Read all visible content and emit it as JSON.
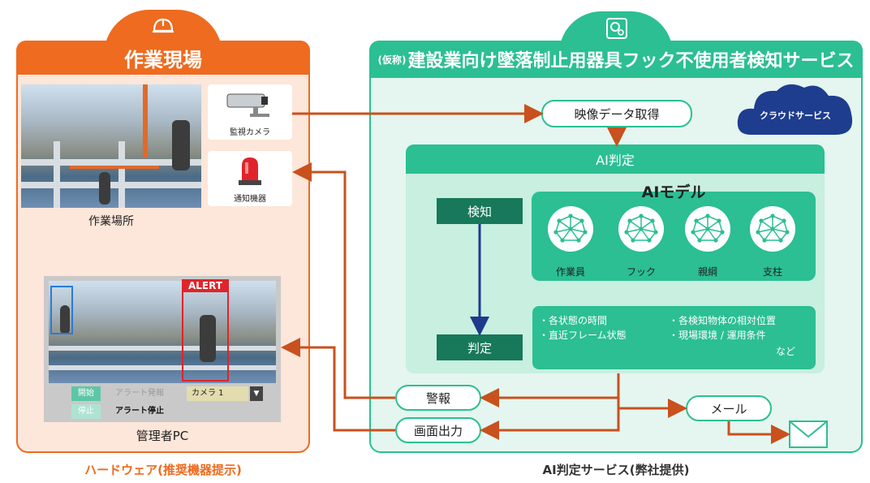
{
  "hardware": {
    "title": "作業現場",
    "site_caption": "作業場所",
    "camera_label": "監視カメラ",
    "alarm_label": "通知機器",
    "pc_caption": "管理者PC",
    "footer": "ハードウェア(推奨機器提示)",
    "pc_ui": {
      "alert": "ALERT",
      "start": "開始",
      "stop": "停止",
      "alert_on": "アラート発報",
      "alert_off": "アラート停止",
      "camera": "カメラ 1",
      "dropdown": "▼"
    }
  },
  "service": {
    "title_prefix": "(仮称)",
    "title": "建設業向け墜落制止用器具フック不使用者検知サービス",
    "cloud": "クラウドサービス",
    "acquire": "映像データ取得",
    "ai_judge": "AI判定",
    "detect": "検知",
    "judge": "判定",
    "model_title": "AIモデル",
    "models": [
      "作業員",
      "フック",
      "親綱",
      "支柱"
    ],
    "conditions": [
      "・各状態の時間",
      "・各検知物体の相対位置",
      "・直近フレーム状態",
      "・現場環境 / 運用条件",
      "など"
    ],
    "alarm": "警報",
    "screen_out": "画面出力",
    "mail": "メール",
    "footer": "AI判定サービス(弊社提供)"
  },
  "colors": {
    "orange": "#ee6b1f",
    "green": "#2bbf93",
    "dark_green": "#17785a",
    "arrow": "#c8511e",
    "navy": "#1e3a8a",
    "cloud": "#1e3d8f"
  },
  "icons": [
    "helmet-icon",
    "gear-icon",
    "cloud-icon",
    "mail-icon",
    "network-icon"
  ]
}
